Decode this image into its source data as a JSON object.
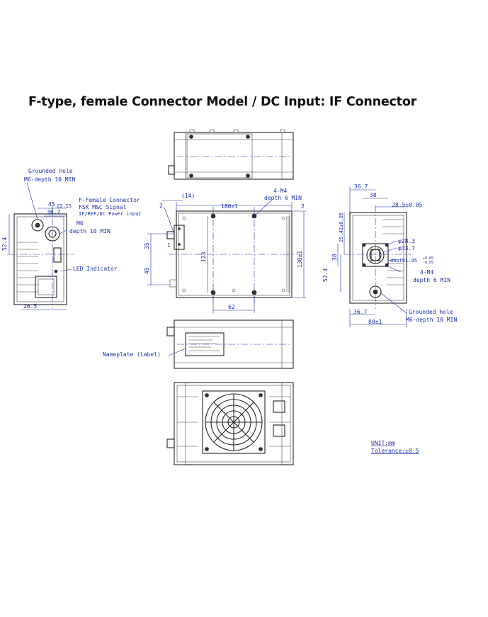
{
  "title": "F-type, female Connector Model / DC Input: IF Connector",
  "left_view": {
    "grounded_hole_line1": "Grounded hole",
    "grounded_hole_line2": "M6-depth 10 MIN",
    "dim_45": "45",
    "dim_36_7": "36.7",
    "dim_22_15": "22.15",
    "m6_line1": "M6",
    "m6_line2": "depth 10 MIN",
    "dim_52_4": "52.4",
    "led_indicator": "LED Indicator",
    "dim_26_5": "26.5"
  },
  "front_view": {
    "f_connector_line1": "F-Female Connector",
    "f_connector_line2": "FSK M&C Signal",
    "f_connector_line3": "IF/REF/DC Power input",
    "dim_14": "(14)",
    "m4_line1": "4-M4",
    "m4_line2": "depth 6 MIN",
    "dim_2_left": "2",
    "dim_180": "180±1",
    "dim_2_right": "2",
    "dim_35": "35",
    "dim_1": "1",
    "dim_123": "123",
    "dim_45": "45",
    "dim_130": "130±1",
    "dim_62": "62"
  },
  "right_view": {
    "dim_36_7_top": "36.7",
    "dim_38": "38",
    "dim_28_5": "28.5±0.05",
    "dim_25_42": "25.42±0.05",
    "phi_28_3": "φ28.3",
    "phi_33_7": "φ33.7",
    "dim_38_v": "38",
    "depth_label": "depth1.95",
    "depth_tol_plus": "+0.05",
    "depth_tol_minus": "-0.05",
    "dim_52_4": "52.4",
    "m4_line1": "4-M4",
    "m4_line2": "depth 6 MIN",
    "grounded_hole_line1": "Grounded hole",
    "grounded_hole_line2": "M6-depth 10 MIN",
    "dim_36_7_bottom": "36.7",
    "dim_80": "80±1"
  },
  "bottom_view": {
    "nameplate": "Nameplate (Label)"
  },
  "notes": {
    "unit": "UNIT:mm",
    "tolerance": "Tolerance:±0.5"
  }
}
